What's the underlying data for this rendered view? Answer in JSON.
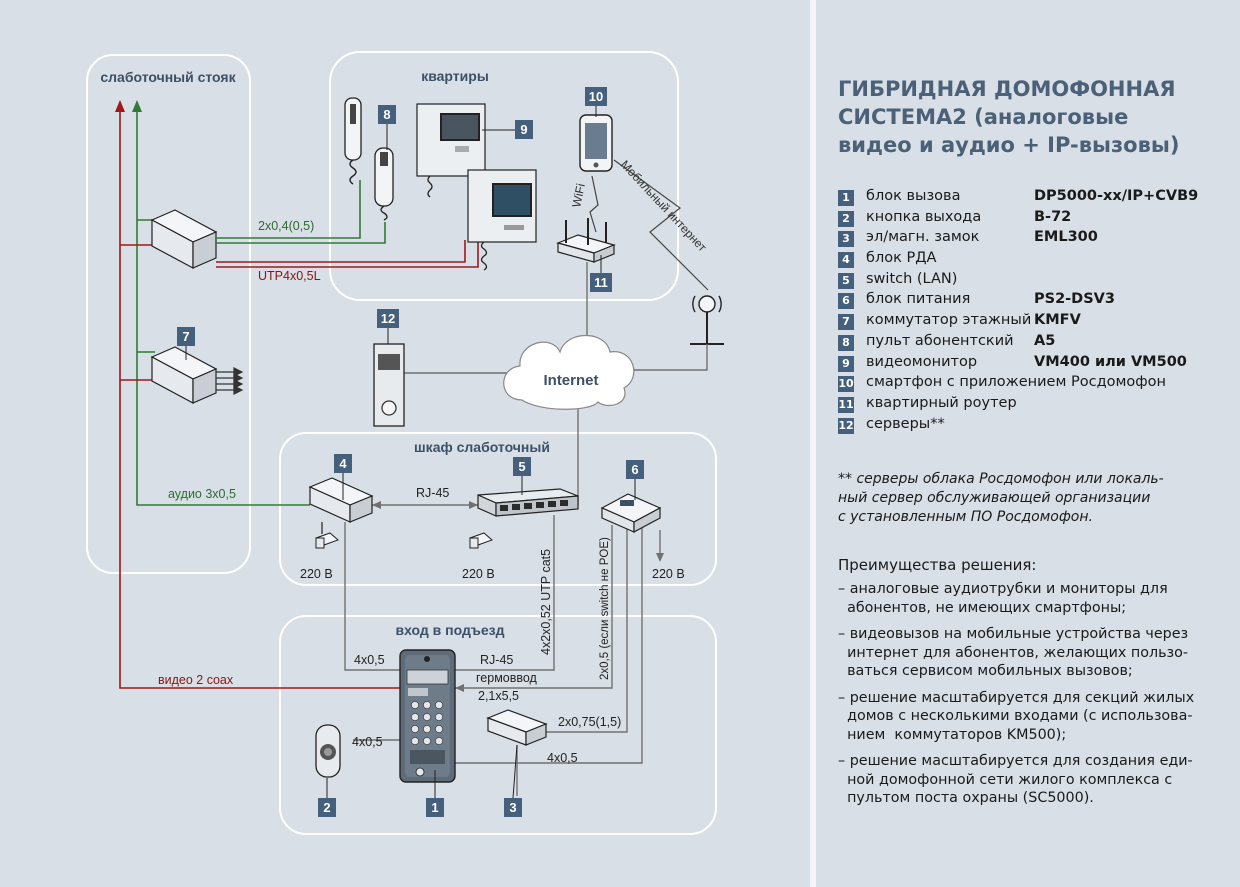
{
  "diagram": {
    "areas": {
      "riser": "слаботочный стояк",
      "apartments": "квартиры",
      "cabinet": "шкаф слаботочный",
      "entrance": "вход в подъезд"
    },
    "cloud_label": "Internet",
    "wifi_label": "WiFi",
    "mobile_internet_label": "Мобильный интернет",
    "badges": [
      "1",
      "2",
      "3",
      "4",
      "5",
      "6",
      "7",
      "8",
      "9",
      "10",
      "11",
      "12"
    ],
    "wires": {
      "green_2x04": "2x0,4(0,5)",
      "utp_red": "UTP4x0,5L",
      "audio": "аудио  3x0,5",
      "rj45_cabinet": "RJ-45",
      "utp_cat5": "4x2x0,52 UTP cat5",
      "poe_note": "2x0,5 (если switch не POE)",
      "video": "видео  2 coax",
      "four_x05_left": "4x0,5",
      "rj45_entry": "RJ-45",
      "hermovvod": "гермоввод",
      "two_one_x55": "2,1x5,5",
      "lock_wire": "2x0,75(1,5)",
      "exit_wire": "4x0,5",
      "bottom_wire": "4x0,5"
    },
    "power": [
      "220 В",
      "220 В",
      "220 В"
    ]
  },
  "title_lines": [
    "ГИБРИДНАЯ ДОМОФОННАЯ",
    "СИСТЕМА2 (аналоговые",
    "видео и аудио + IP-вызовы)"
  ],
  "legend": [
    {
      "num": "1",
      "desc": "блок вызова",
      "model": "DP5000-xx/IP+CVB9"
    },
    {
      "num": "2",
      "desc": "кнопка выхода",
      "model": "B-72"
    },
    {
      "num": "3",
      "desc": "эл/магн. замок",
      "model": "EML300"
    },
    {
      "num": "4",
      "desc": "блок РДА",
      "model": ""
    },
    {
      "num": "5",
      "desc": "switch (LAN)",
      "model": ""
    },
    {
      "num": "6",
      "desc": "блок питания",
      "model": "PS2-DSV3"
    },
    {
      "num": "7",
      "desc": "коммутатор этажный",
      "model": "KMFV"
    },
    {
      "num": "8",
      "desc": "пульт абонентский",
      "model": "A5"
    },
    {
      "num": "9",
      "desc": "видеомонитор",
      "model": "VM400 или VM500"
    },
    {
      "num": "10",
      "desc": "смартфон с приложением Росдомофон",
      "model": ""
    },
    {
      "num": "11",
      "desc": "квартирный роутер",
      "model": ""
    },
    {
      "num": "12",
      "desc": "серверы**",
      "model": ""
    }
  ],
  "note_lines": [
    "** серверы облака Росдомофон или локаль-",
    "ный сервер обслуживающей организации",
    "с установленным ПО Росдомофон."
  ],
  "advantages_title": "Преимущества решения:",
  "advantages": [
    [
      "– аналоговые аудиотрубки и мониторы для",
      "  абонентов, не имеющих смартфоны;"
    ],
    [
      "– видеовызов на мобильные устройства через",
      "  интернет для абонентов, желающих пользо-",
      "  ваться сервисом мобильных вызовов;"
    ],
    [
      "– решение масштабируется для секций жилых",
      "  домов с несколькими входами (с использова-",
      "  нием  коммутаторов KM500);"
    ],
    [
      "– решение масштабируется для создания еди-",
      "  ной домофонной сети жилого комплекса с",
      "  пультом поста охраны (SC5000)."
    ]
  ],
  "colors": {
    "background": "#d9dfe6",
    "badge": "#44607c",
    "title": "#4b6178",
    "wire_red": "#a01818",
    "wire_green": "#2e7d32",
    "wire_gray": "#707070"
  }
}
